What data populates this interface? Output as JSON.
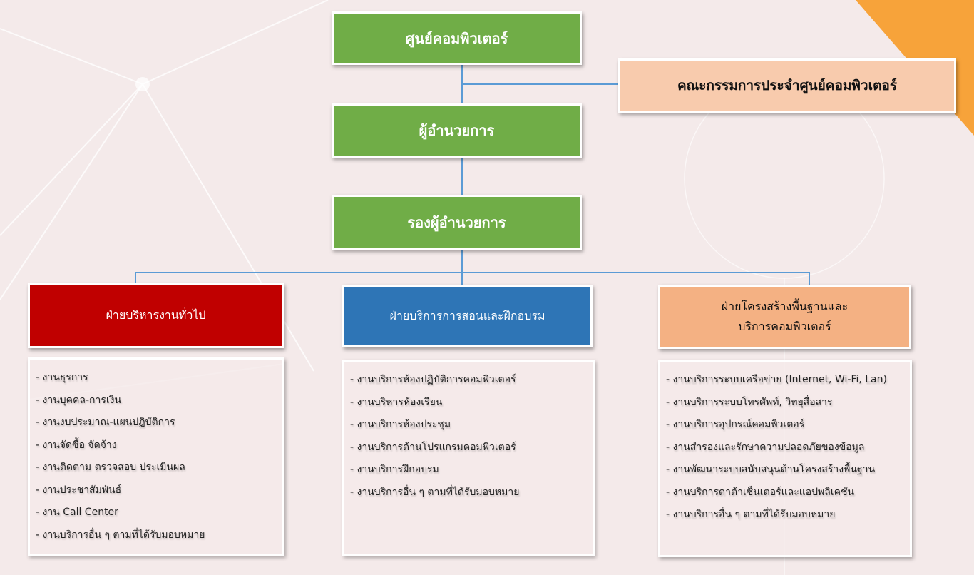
{
  "center": "ศูนย์คอมพิวเตอร์",
  "committee": "คณะกรรมการประจำศูนย์คอมพิวเตอร์",
  "director": "ผู้อำนวยการ",
  "deputy": "รองผู้อำนวยการ",
  "colors": {
    "green": "#70ad47",
    "red": "#c00000",
    "blue": "#2e75b6",
    "orange": "#f4b183",
    "peach": "#f8cbad",
    "line": "#5b9bd5"
  },
  "departments": [
    {
      "title_lines": [
        "ฝ่ายบริหารงานทั่วไป"
      ],
      "tasks": [
        "- งานธุรการ",
        "- งานบุคคล-การเงิน",
        "- งานงบประมาณ-แผนปฏิบัติการ",
        "- งานจัดซื้อ จัดจ้าง",
        "- งานติดตาม ตรวจสอบ ประเมินผล",
        "- งานประชาสัมพันธ์",
        "- งาน Call Center",
        "- งานบริการอื่น ๆ ตามที่ได้รับมอบหมาย"
      ]
    },
    {
      "title_lines": [
        "ฝ่ายบริการการสอนและฝึกอบรม"
      ],
      "tasks": [
        "- งานบริการห้องปฏิบัติการคอมพิวเตอร์",
        "- งานบริหารห้องเรียน",
        "- งานบริการห้องประชุม",
        "- งานบริการด้านโปรแกรมคอมพิวเตอร์",
        "- งานบริการฝึกอบรม",
        "- งานบริการอื่น ๆ ตามที่ได้รับมอบหมาย"
      ]
    },
    {
      "title_lines": [
        "ฝ่ายโครงสร้างพื้นฐานและ",
        "บริการคอมพิวเตอร์"
      ],
      "tasks": [
        "- งานบริการระบบเครือข่าย (Internet, Wi-Fi, Lan)",
        "- งานบริการระบบโทรศัพท์, วิทยุสื่อสาร",
        "- งานบริการอุปกรณ์คอมพิวเตอร์",
        "- งานสำรองและรักษาความปลอดภัยของข้อมูล",
        "- งานพัฒนาระบบสนับสนุนด้านโครงสร้างพื้นฐาน",
        "- งานบริการดาต้าเซ็นเตอร์และแอปพลิเคชัน",
        "- งานบริการอื่น ๆ ตามที่ได้รับมอบหมาย"
      ]
    }
  ]
}
